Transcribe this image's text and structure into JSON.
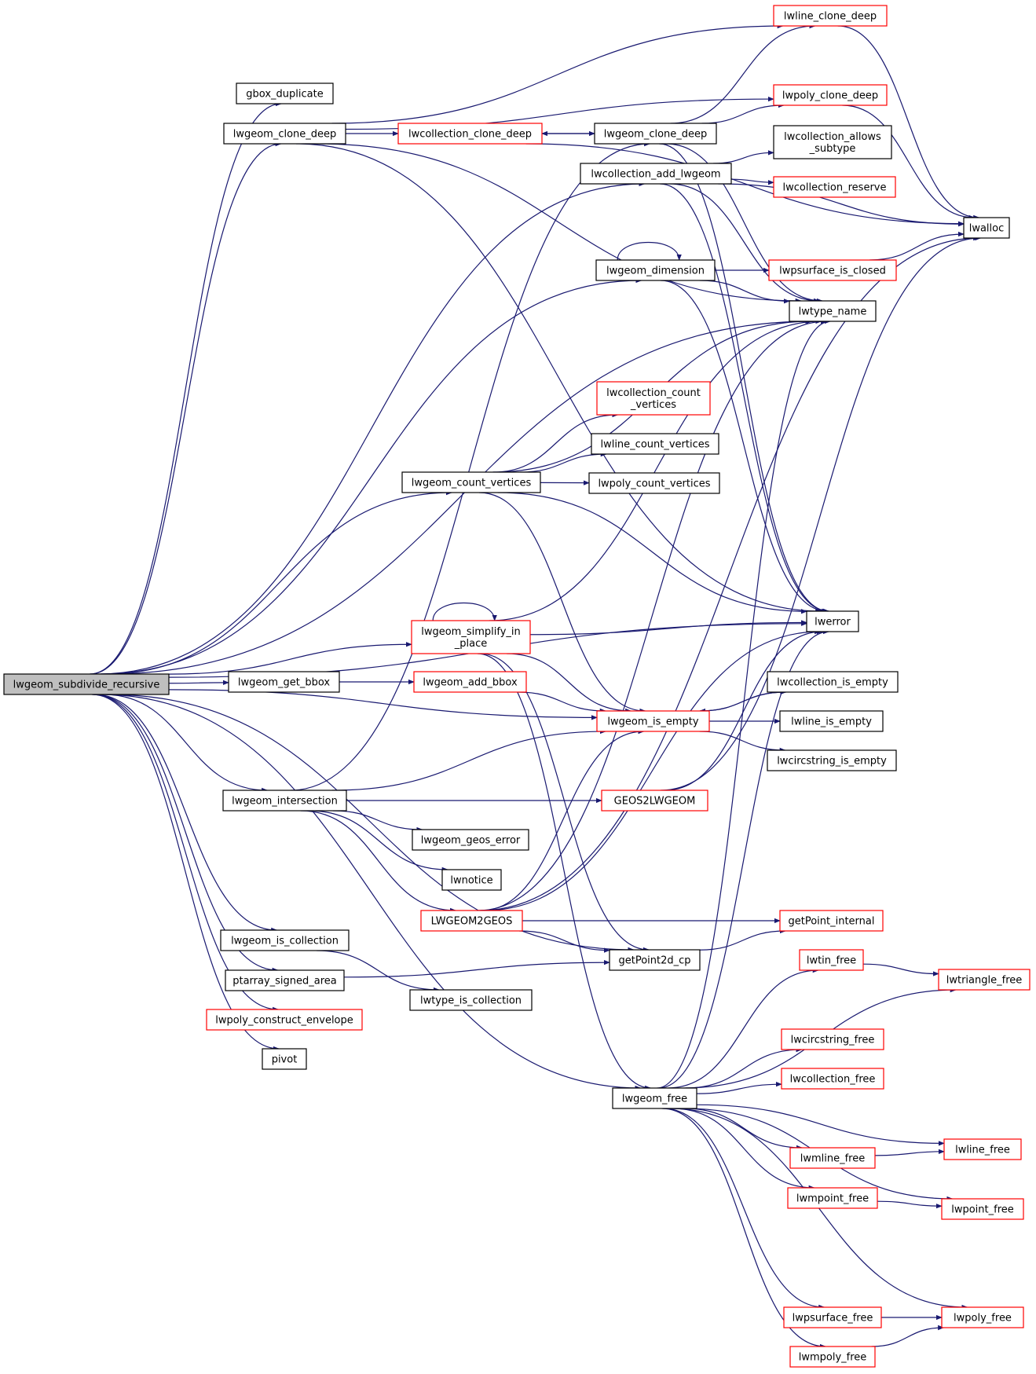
{
  "colors": {
    "edge": "#191970",
    "root_fill": "#bfbfbf",
    "node_border": "#000000",
    "node_border_external": "#ff0000"
  },
  "nodes": {
    "root": {
      "label": "lwgeom_subdivide_recursive",
      "style": "root"
    },
    "gbox_duplicate": {
      "label": "gbox_duplicate",
      "style": "black"
    },
    "lwgeom_clone_deep": {
      "label": "lwgeom_clone_deep",
      "style": "black"
    },
    "lwcollection_clone_deep": {
      "label": "lwcollection_clone_deep",
      "style": "red"
    },
    "lwgeom_clone_deep2": {
      "label": "lwgeom_clone_deep",
      "style": "black"
    },
    "lwline_clone_deep": {
      "label": "lwline_clone_deep",
      "style": "red"
    },
    "lwpoly_clone_deep": {
      "label": "lwpoly_clone_deep",
      "style": "red"
    },
    "lwcollection_allows_subtype": {
      "label": "lwcollection_allows\n_subtype",
      "style": "black"
    },
    "lwcollection_add_lwgeom": {
      "label": "lwcollection_add_lwgeom",
      "style": "black"
    },
    "lwcollection_reserve": {
      "label": "lwcollection_reserve",
      "style": "red"
    },
    "lwalloc": {
      "label": "lwalloc",
      "style": "black"
    },
    "lwgeom_dimension": {
      "label": "lwgeom_dimension",
      "style": "black"
    },
    "lwpsurface_is_closed": {
      "label": "lwpsurface_is_closed",
      "style": "red"
    },
    "lwtype_name": {
      "label": "lwtype_name",
      "style": "black"
    },
    "lwcollection_count_vertices": {
      "label": "lwcollection_count\n_vertices",
      "style": "red"
    },
    "lwline_count_vertices": {
      "label": "lwline_count_vertices",
      "style": "black"
    },
    "lwgeom_count_vertices": {
      "label": "lwgeom_count_vertices",
      "style": "black"
    },
    "lwpoly_count_vertices": {
      "label": "lwpoly_count_vertices",
      "style": "black"
    },
    "lwerror": {
      "label": "lwerror",
      "style": "black"
    },
    "lwgeom_simplify_in_place": {
      "label": "lwgeom_simplify_in\n_place",
      "style": "red"
    },
    "lwgeom_get_bbox": {
      "label": "lwgeom_get_bbox",
      "style": "black"
    },
    "lwgeom_add_bbox": {
      "label": "lwgeom_add_bbox",
      "style": "red"
    },
    "lwcollection_is_empty": {
      "label": "lwcollection_is_empty",
      "style": "black"
    },
    "lwgeom_is_empty": {
      "label": "lwgeom_is_empty",
      "style": "red"
    },
    "lwline_is_empty": {
      "label": "lwline_is_empty",
      "style": "black"
    },
    "lwcircstring_is_empty": {
      "label": "lwcircstring_is_empty",
      "style": "black"
    },
    "lwgeom_intersection": {
      "label": "lwgeom_intersection",
      "style": "black"
    },
    "GEOS2LWGEOM": {
      "label": "GEOS2LWGEOM",
      "style": "red"
    },
    "lwgeom_geos_error": {
      "label": "lwgeom_geos_error",
      "style": "black"
    },
    "lwnotice": {
      "label": "lwnotice",
      "style": "black"
    },
    "LWGEOM2GEOS": {
      "label": "LWGEOM2GEOS",
      "style": "red"
    },
    "getPoint_internal": {
      "label": "getPoint_internal",
      "style": "red"
    },
    "lwgeom_is_collection": {
      "label": "lwgeom_is_collection",
      "style": "black"
    },
    "getPoint2d_cp": {
      "label": "getPoint2d_cp",
      "style": "black"
    },
    "lwtin_free": {
      "label": "lwtin_free",
      "style": "red"
    },
    "lwtriangle_free": {
      "label": "lwtriangle_free",
      "style": "red"
    },
    "ptarray_signed_area": {
      "label": "ptarray_signed_area",
      "style": "black"
    },
    "lwtype_is_collection": {
      "label": "lwtype_is_collection",
      "style": "black"
    },
    "lwpoly_construct_envelope": {
      "label": "lwpoly_construct_envelope",
      "style": "red"
    },
    "lwcircstring_free": {
      "label": "lwcircstring_free",
      "style": "red"
    },
    "pivot": {
      "label": "pivot",
      "style": "black"
    },
    "lwcollection_free": {
      "label": "lwcollection_free",
      "style": "red"
    },
    "lwgeom_free": {
      "label": "lwgeom_free",
      "style": "black"
    },
    "lwmline_free": {
      "label": "lwmline_free",
      "style": "red"
    },
    "lwline_free": {
      "label": "lwline_free",
      "style": "red"
    },
    "lwmpoint_free": {
      "label": "lwmpoint_free",
      "style": "red"
    },
    "lwpoint_free": {
      "label": "lwpoint_free",
      "style": "red"
    },
    "lwpsurface_free": {
      "label": "lwpsurface_free",
      "style": "red"
    },
    "lwpoly_free": {
      "label": "lwpoly_free",
      "style": "red"
    },
    "lwmpoly_free": {
      "label": "lwmpoly_free",
      "style": "red"
    }
  },
  "edges": [
    [
      "root",
      "gbox_duplicate"
    ],
    [
      "root",
      "lwgeom_clone_deep"
    ],
    [
      "root",
      "lwcollection_add_lwgeom"
    ],
    [
      "root",
      "lwgeom_dimension"
    ],
    [
      "root",
      "lwtype_name"
    ],
    [
      "root",
      "lwgeom_count_vertices"
    ],
    [
      "root",
      "lwerror"
    ],
    [
      "root",
      "lwgeom_simplify_in_place"
    ],
    [
      "root",
      "lwgeom_get_bbox"
    ],
    [
      "root",
      "lwgeom_is_empty"
    ],
    [
      "root",
      "lwgeom_intersection"
    ],
    [
      "root",
      "lwgeom_is_collection"
    ],
    [
      "root",
      "ptarray_signed_area"
    ],
    [
      "root",
      "lwpoly_construct_envelope"
    ],
    [
      "root",
      "pivot"
    ],
    [
      "root",
      "getPoint2d_cp"
    ],
    [
      "root",
      "lwgeom_free"
    ],
    [
      "lwgeom_clone_deep",
      "lwcollection_clone_deep"
    ],
    [
      "lwgeom_clone_deep",
      "lwline_clone_deep"
    ],
    [
      "lwgeom_clone_deep",
      "lwpoly_clone_deep"
    ],
    [
      "lwgeom_clone_deep",
      "lwtype_name"
    ],
    [
      "lwgeom_clone_deep",
      "lwerror"
    ],
    [
      "lwcollection_clone_deep",
      "lwgeom_clone_deep2"
    ],
    [
      "lwcollection_clone_deep",
      "lwalloc"
    ],
    [
      "lwgeom_clone_deep2",
      "lwcollection_clone_deep"
    ],
    [
      "lwgeom_clone_deep2",
      "lwline_clone_deep"
    ],
    [
      "lwgeom_clone_deep2",
      "lwpoly_clone_deep"
    ],
    [
      "lwgeom_clone_deep2",
      "lwtype_name"
    ],
    [
      "lwgeom_clone_deep2",
      "lwerror"
    ],
    [
      "lwline_clone_deep",
      "lwalloc"
    ],
    [
      "lwpoly_clone_deep",
      "lwalloc"
    ],
    [
      "lwcollection_add_lwgeom",
      "lwcollection_allows_subtype"
    ],
    [
      "lwcollection_add_lwgeom",
      "lwcollection_reserve"
    ],
    [
      "lwcollection_add_lwgeom",
      "lwalloc"
    ],
    [
      "lwcollection_add_lwgeom",
      "lwtype_name"
    ],
    [
      "lwcollection_add_lwgeom",
      "lwerror"
    ],
    [
      "lwgeom_dimension",
      "lwgeom_dimension"
    ],
    [
      "lwgeom_dimension",
      "lwpsurface_is_closed"
    ],
    [
      "lwgeom_dimension",
      "lwtype_name"
    ],
    [
      "lwgeom_dimension",
      "lwerror"
    ],
    [
      "lwpsurface_is_closed",
      "lwalloc"
    ],
    [
      "lwgeom_count_vertices",
      "lwcollection_count_vertices"
    ],
    [
      "lwgeom_count_vertices",
      "lwline_count_vertices"
    ],
    [
      "lwgeom_count_vertices",
      "lwpoly_count_vertices"
    ],
    [
      "lwgeom_count_vertices",
      "lwtype_name"
    ],
    [
      "lwgeom_count_vertices",
      "lwerror"
    ],
    [
      "lwgeom_count_vertices",
      "lwgeom_is_empty"
    ],
    [
      "lwgeom_simplify_in_place",
      "lwgeom_simplify_in_place"
    ],
    [
      "lwgeom_simplify_in_place",
      "lwtype_name"
    ],
    [
      "lwgeom_simplify_in_place",
      "lwerror"
    ],
    [
      "lwgeom_simplify_in_place",
      "lwgeom_is_empty"
    ],
    [
      "lwgeom_simplify_in_place",
      "getPoint2d_cp"
    ],
    [
      "lwgeom_simplify_in_place",
      "lwgeom_free"
    ],
    [
      "lwgeom_get_bbox",
      "lwgeom_add_bbox"
    ],
    [
      "lwgeom_add_bbox",
      "lwgeom_is_empty"
    ],
    [
      "lwgeom_is_empty",
      "lwcollection_is_empty"
    ],
    [
      "lwgeom_is_empty",
      "lwline_is_empty"
    ],
    [
      "lwgeom_is_empty",
      "lwcircstring_is_empty"
    ],
    [
      "lwcollection_is_empty",
      "lwgeom_is_empty"
    ],
    [
      "lwgeom_intersection",
      "lwgeom_clone_deep2"
    ],
    [
      "lwgeom_intersection",
      "lwgeom_is_empty"
    ],
    [
      "lwgeom_intersection",
      "GEOS2LWGEOM"
    ],
    [
      "lwgeom_intersection",
      "lwgeom_geos_error"
    ],
    [
      "lwgeom_intersection",
      "lwnotice"
    ],
    [
      "lwgeom_intersection",
      "LWGEOM2GEOS"
    ],
    [
      "GEOS2LWGEOM",
      "lwerror"
    ],
    [
      "GEOS2LWGEOM",
      "lwalloc"
    ],
    [
      "LWGEOM2GEOS",
      "lwerror"
    ],
    [
      "LWGEOM2GEOS",
      "lwalloc"
    ],
    [
      "LWGEOM2GEOS",
      "lwtype_name"
    ],
    [
      "LWGEOM2GEOS",
      "lwgeom_is_empty"
    ],
    [
      "LWGEOM2GEOS",
      "getPoint_internal"
    ],
    [
      "LWGEOM2GEOS",
      "getPoint2d_cp"
    ],
    [
      "getPoint2d_cp",
      "getPoint_internal"
    ],
    [
      "lwgeom_is_collection",
      "lwtype_is_collection"
    ],
    [
      "ptarray_signed_area",
      "getPoint2d_cp"
    ],
    [
      "lwtin_free",
      "lwtriangle_free"
    ],
    [
      "lwgeom_free",
      "lwtin_free"
    ],
    [
      "lwgeom_free",
      "lwtriangle_free"
    ],
    [
      "lwgeom_free",
      "lwcircstring_free"
    ],
    [
      "lwgeom_free",
      "lwcollection_free"
    ],
    [
      "lwgeom_free",
      "lwmline_free"
    ],
    [
      "lwgeom_free",
      "lwline_free"
    ],
    [
      "lwgeom_free",
      "lwmpoint_free"
    ],
    [
      "lwgeom_free",
      "lwpoint_free"
    ],
    [
      "lwgeom_free",
      "lwpsurface_free"
    ],
    [
      "lwgeom_free",
      "lwpoly_free"
    ],
    [
      "lwgeom_free",
      "lwmpoly_free"
    ],
    [
      "lwgeom_free",
      "lwtype_name"
    ],
    [
      "lwgeom_free",
      "lwerror"
    ],
    [
      "lwmline_free",
      "lwline_free"
    ],
    [
      "lwmpoint_free",
      "lwpoint_free"
    ],
    [
      "lwpsurface_free",
      "lwpoly_free"
    ],
    [
      "lwmpoly_free",
      "lwpoly_free"
    ]
  ]
}
